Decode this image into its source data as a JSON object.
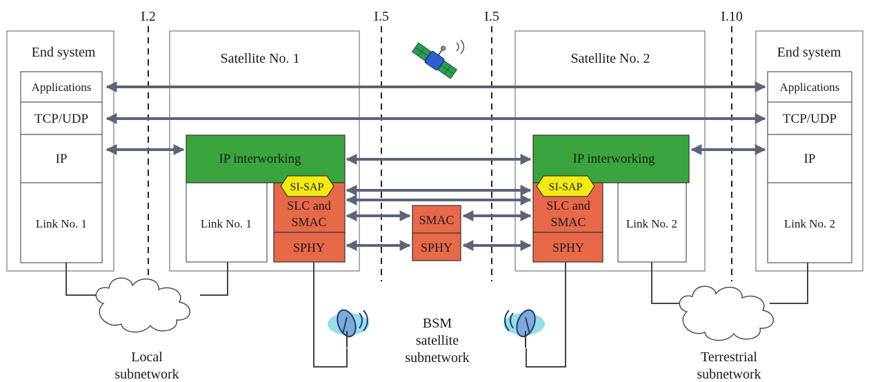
{
  "interfaces": [
    "I.2",
    "I.5",
    "I.5",
    "I.10"
  ],
  "end_system_left": {
    "title": "End system",
    "layers": [
      "Applications",
      "TCP/UDP",
      "IP",
      "Link No. 1"
    ]
  },
  "end_system_right": {
    "title": "End system",
    "layers": [
      "Applications",
      "TCP/UDP",
      "IP",
      "Link No. 2"
    ]
  },
  "satellite_1": {
    "title": "Satellite No. 1",
    "ip_interworking": "IP interworking",
    "si_sap": "SI-SAP",
    "slc_smac_line1": "SLC and",
    "slc_smac_line2": "SMAC",
    "sphy": "SPHY",
    "link": "Link No. 1"
  },
  "satellite_2": {
    "title": "Satellite No. 2",
    "ip_interworking": "IP interworking",
    "si_sap": "SI-SAP",
    "slc_smac_line1": "SLC and",
    "slc_smac_line2": "SMAC",
    "sphy": "SPHY",
    "link": "Link No. 2"
  },
  "relay": {
    "smac": "SMAC",
    "sphy": "SPHY"
  },
  "subnetworks": {
    "local": [
      "Local",
      "subnetwork"
    ],
    "bsm": [
      "BSM",
      "satellite",
      "subnetwork"
    ],
    "terrestrial": [
      "Terrestrial",
      "subnetwork"
    ]
  },
  "colors": {
    "green": "#3aa53e",
    "orange": "#e8684a",
    "yellow": "#f3ea12",
    "arrow": "#5c6478",
    "border": "#555555"
  },
  "icons": [
    "satellite-icon",
    "dish-antenna-icon",
    "dish-antenna-icon",
    "cloud-icon",
    "cloud-icon"
  ]
}
